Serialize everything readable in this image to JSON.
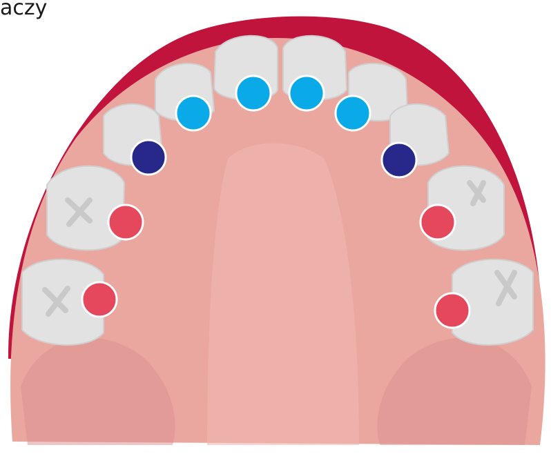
{
  "diagram": {
    "title_fragment": "aczy",
    "subject": "upper-jaw-teeth-map",
    "colors": {
      "gum_border": "#c0143c",
      "palate": "#e9a7a0",
      "palate_shadow": "#dc8f8c",
      "tooth": "#e2e2e2",
      "tooth_shade": "#c9c9c9",
      "incisor_marker": "#0aa9e8",
      "canine_marker": "#28288a",
      "molar_marker": "#e5485c"
    },
    "teeth": [
      {
        "id": "upper-incisor-central-left",
        "group": "incisor"
      },
      {
        "id": "upper-incisor-central-right",
        "group": "incisor"
      },
      {
        "id": "upper-incisor-lateral-left",
        "group": "incisor"
      },
      {
        "id": "upper-incisor-lateral-right",
        "group": "incisor"
      },
      {
        "id": "upper-canine-left",
        "group": "canine"
      },
      {
        "id": "upper-canine-right",
        "group": "canine"
      },
      {
        "id": "upper-first-molar-left",
        "group": "molar"
      },
      {
        "id": "upper-first-molar-right",
        "group": "molar"
      },
      {
        "id": "upper-second-molar-left",
        "group": "molar"
      },
      {
        "id": "upper-second-molar-right",
        "group": "molar"
      }
    ]
  }
}
